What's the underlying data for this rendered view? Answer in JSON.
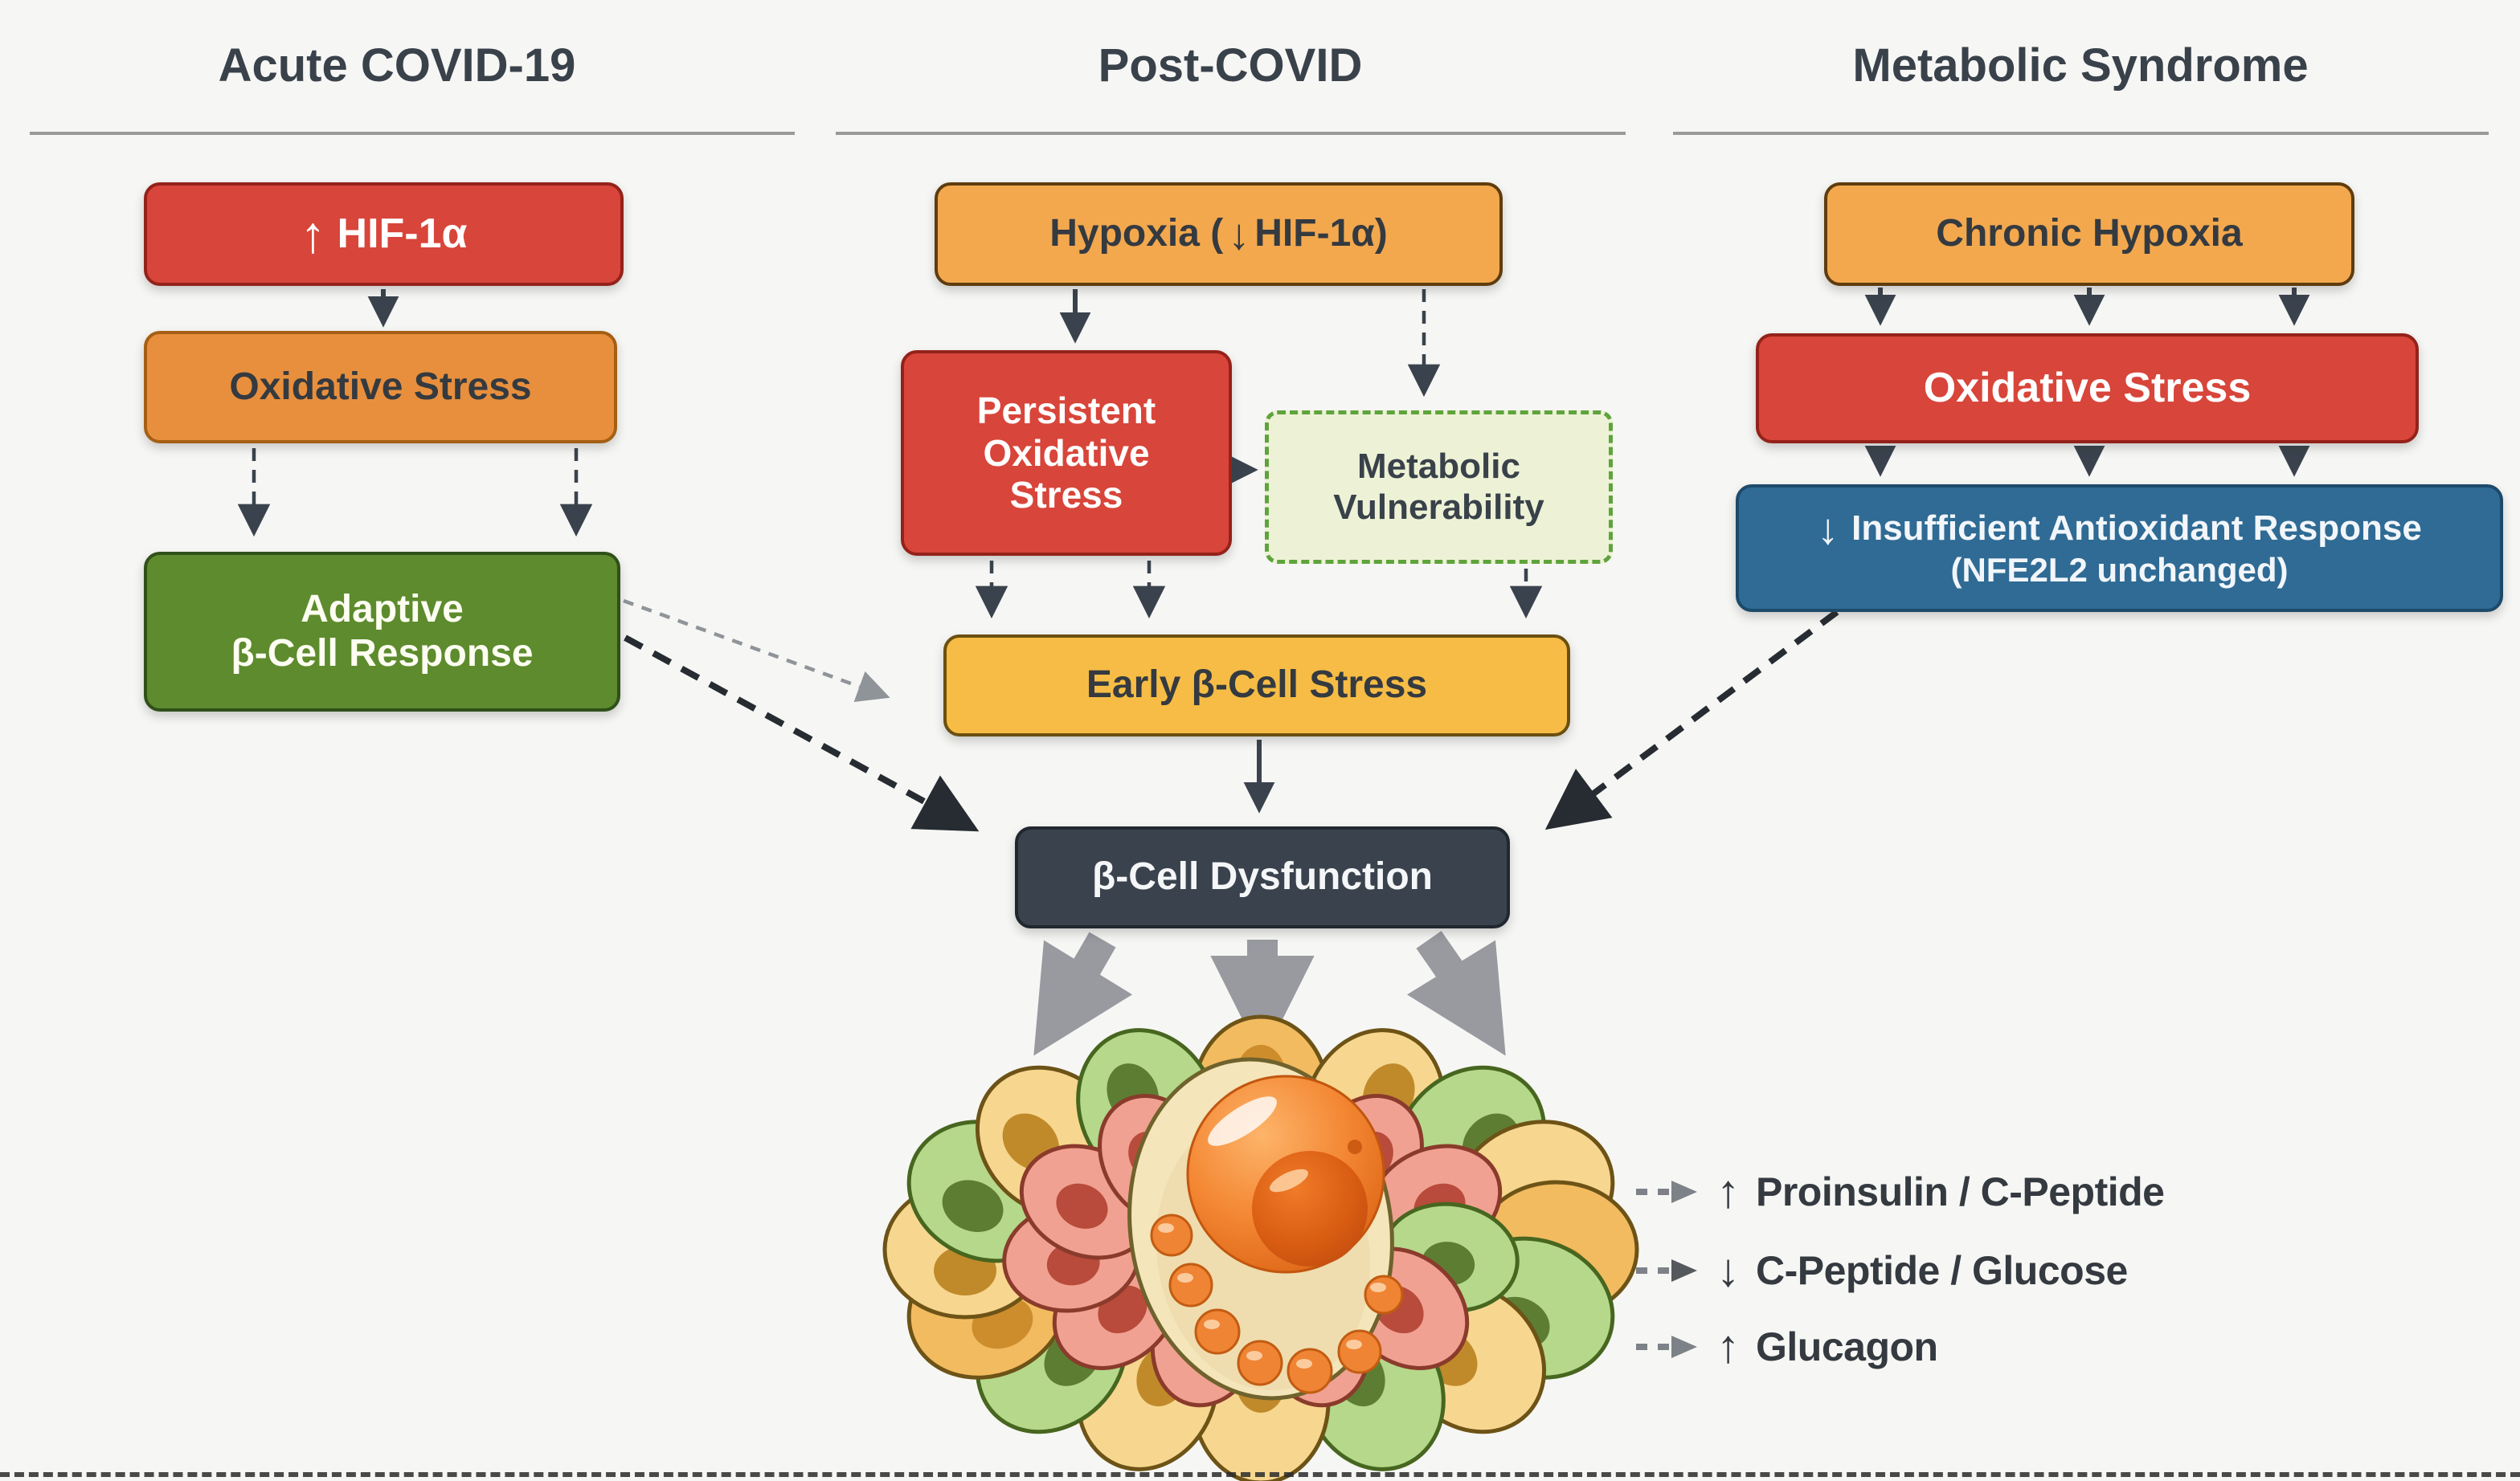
{
  "palette": {
    "bg": "#f6f6f4",
    "ink": "#39414a",
    "rule": "#9a9a9a",
    "red": "#d8453a",
    "red_border": "#94221a",
    "orange": "#e88f3d",
    "orange_border": "#a55f14",
    "amber": "#f3a84e",
    "amber_border": "#5f3c0e",
    "green": "#5d8b2d",
    "green_border": "#30501a",
    "mv_fill": "#edf2d6",
    "mv_border": "#5fa33c",
    "gold": "#f6bc45",
    "gold_border": "#6b4f10",
    "blue": "#2f6b94",
    "blue_border": "#1d4a6a",
    "slate": "#3a434d",
    "slate_border": "#20272e",
    "arrow_dark": "#3a434d",
    "arrow_black": "#262c31",
    "arrow_gray": "#8f9499",
    "big_arrow": "#989aa0",
    "label_arrow": "#7d8288"
  },
  "headers": [
    {
      "title": "Acute COVID-19"
    },
    {
      "title": "Post-COVID"
    },
    {
      "title": "Metabolic Syndrome"
    }
  ],
  "nodes": {
    "hif1a": {
      "arrow": "↑",
      "label": "HIF-1α"
    },
    "ox_left": {
      "label": "Oxidative Stress"
    },
    "adaptive": {
      "line1": "Adaptive",
      "line2": "β-Cell Response"
    },
    "hypoxia": {
      "pre": "Hypoxia (",
      "arrow": "↓",
      "post": " HIF-1α)"
    },
    "persistent": {
      "line1": "Persistent",
      "line2": "Oxidative",
      "line3": "Stress"
    },
    "metvuln": {
      "line1": "Metabolic",
      "line2": "Vulnerability"
    },
    "early": {
      "label": "Early β-Cell Stress"
    },
    "dysfunction": {
      "label": "β-Cell Dysfunction"
    },
    "chronic": {
      "label": "Chronic Hypoxia"
    },
    "ox_right": {
      "label": "Oxidative Stress"
    },
    "insufficient": {
      "arrow": "↓",
      "line1": "Insufficient Antioxidant Response",
      "line2": "(NFE2L2 unchanged)"
    }
  },
  "outputs": [
    {
      "arrow": "↑",
      "label": "Proinsulin / C-Peptide"
    },
    {
      "arrow": "↓",
      "label": "C-Peptide / Glucose"
    },
    {
      "arrow": "↑",
      "label": "Glucagon"
    }
  ],
  "islet": {
    "outer_pattern": [
      "o",
      "y",
      "g",
      "y",
      "o",
      "g",
      "y",
      "g",
      "y",
      "y",
      "g",
      "o",
      "y",
      "g",
      "y",
      "g"
    ],
    "mid_pattern": [
      "p",
      "p",
      "p",
      "g",
      "p",
      "p",
      "p",
      "p",
      "p",
      "p",
      "p"
    ],
    "colors": {
      "y": {
        "fill": "#f7d78f",
        "stroke": "#6d5316",
        "nucleus": "#c08a2b"
      },
      "o": {
        "fill": "#f2bb60",
        "stroke": "#6d5316",
        "nucleus": "#cd8d2d"
      },
      "g": {
        "fill": "#b5d88b",
        "stroke": "#47661f",
        "nucleus": "#5d7d33"
      },
      "p": {
        "fill": "#f0a192",
        "stroke": "#8a3b2b",
        "nucleus": "#b84b3b"
      },
      "core_fill": "#f4e5ba",
      "core_stroke": "#70622c",
      "granule": "#ef8434",
      "granule_stroke": "#c25c12"
    }
  }
}
